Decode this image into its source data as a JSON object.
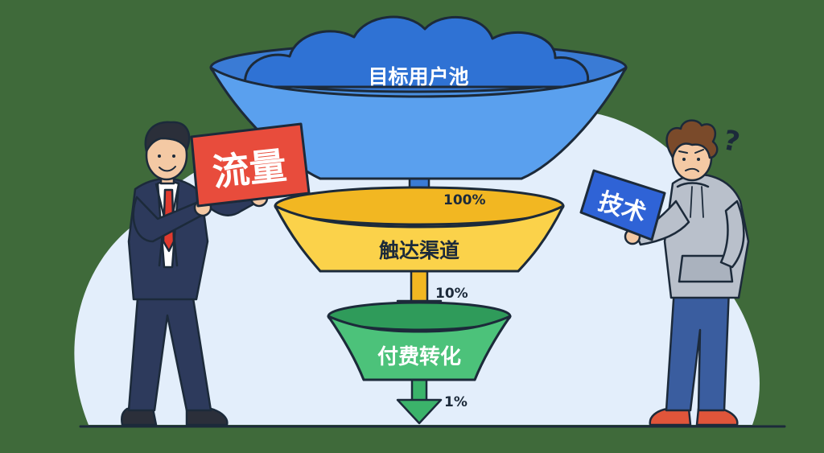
{
  "funnel": {
    "stage1_label": "目标用户池",
    "stage2_label": "触达渠道",
    "stage3_label": "付费转化",
    "pct1": "100%",
    "pct2": "10%",
    "pct3": "1%"
  },
  "signs": {
    "left_sign": "流量",
    "right_sign": "技术"
  },
  "people": {
    "thought_mark": "?"
  },
  "colors": {
    "background": "#3f6a3a",
    "blob": "#e3eefb",
    "funnel_blue": "#4a90e2",
    "funnel_yellow": "#f6c431",
    "funnel_green": "#3bb36a",
    "sign_red": "#e84c3c",
    "sign_blue": "#2f63d6"
  }
}
